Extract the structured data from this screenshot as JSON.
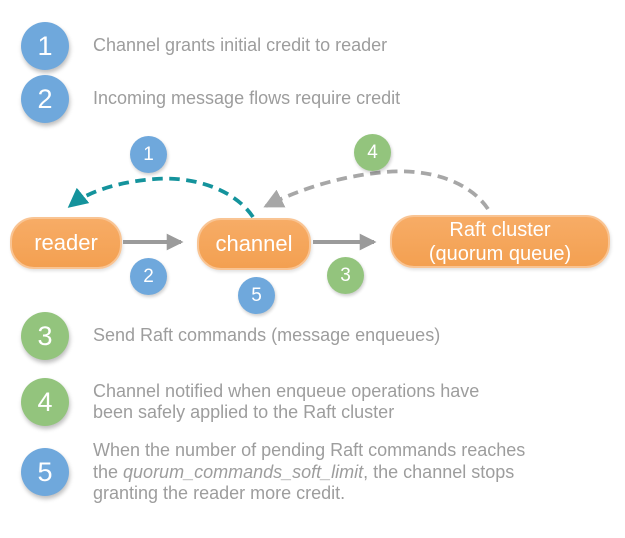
{
  "colors": {
    "badge_blue": "#6FA8DC",
    "badge_green": "#93C47D",
    "node_orange": "#F5A55C",
    "credit_arrow_teal": "#14939C",
    "notify_arrow_gray": "#A7A7A7",
    "flow_arrow_gray": "#9B9B9B",
    "text_gray": "#9D9D9D"
  },
  "legend": {
    "items": [
      {
        "num": "1",
        "text": "Channel grants initial credit to reader"
      },
      {
        "num": "2",
        "text": "Incoming message flows require credit"
      },
      {
        "num": "3",
        "text": "Send Raft commands (message enqueues)"
      },
      {
        "num": "4",
        "text": "Channel notified when enqueue operations have\nbeen safely applied to the Raft cluster"
      },
      {
        "num": "5",
        "text_before": "When the number of pending Raft commands reaches\nthe ",
        "text_italic": "quorum_commands_soft_limit",
        "text_after": ", the channel stops\ngranting the reader more credit."
      }
    ]
  },
  "diagram": {
    "nodes": {
      "reader": {
        "label": "reader"
      },
      "channel": {
        "label": "channel"
      },
      "raft": {
        "line1": "Raft cluster",
        "line2": "(quorum queue)"
      }
    },
    "badges": [
      {
        "num": "1"
      },
      {
        "num": "2"
      },
      {
        "num": "3"
      },
      {
        "num": "4"
      },
      {
        "num": "5"
      }
    ]
  }
}
